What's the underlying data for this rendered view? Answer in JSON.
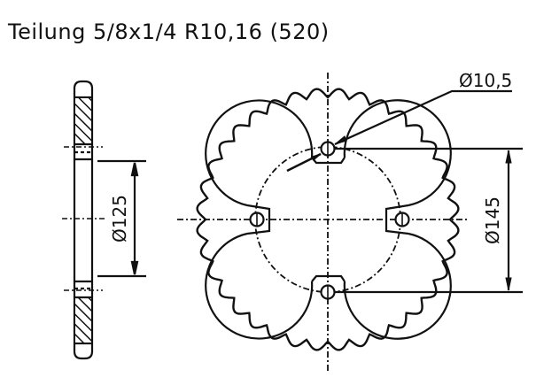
{
  "drawing": {
    "title": "Teilung 5/8x1/4 R10,16 (520)",
    "labels": {
      "hole_diameter": "Ø10,5",
      "inner_diameter": "Ø125",
      "bolt_circle_diameter": "Ø145"
    },
    "sprocket": {
      "teeth": 36,
      "bolt_holes": 4
    },
    "colors": {
      "line": "#111111",
      "background": "#ffffff"
    }
  }
}
